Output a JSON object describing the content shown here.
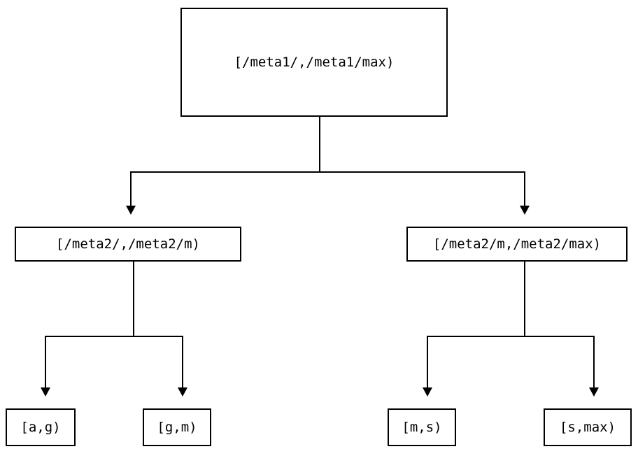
{
  "diagram": {
    "type": "binary-partition-tree",
    "orientation": "top-down",
    "background_color": "#ffffff",
    "line_color": "#000000",
    "text_color": "#000000",
    "nodes": {
      "root": {
        "label": "[/meta1/,/meta1/max)",
        "level": 0
      },
      "mid_left": {
        "label": "[/meta2/,/meta2/m)",
        "level": 1
      },
      "mid_right": {
        "label": "[/meta2/m,/meta2/max)",
        "level": 1
      },
      "leaf_1": {
        "label": "[a,g)",
        "level": 2
      },
      "leaf_2": {
        "label": "[g,m)",
        "level": 2
      },
      "leaf_3": {
        "label": "[m,s)",
        "level": 2
      },
      "leaf_4": {
        "label": "[s,max)",
        "level": 2
      }
    }
  }
}
